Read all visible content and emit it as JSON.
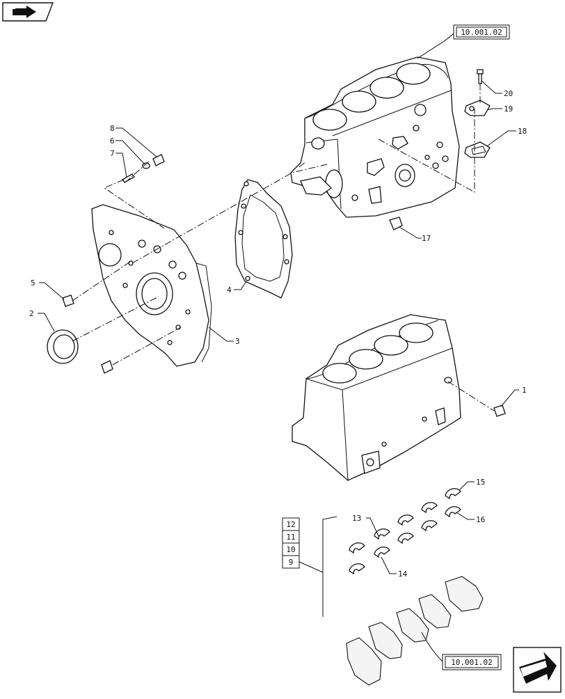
{
  "diagram": {
    "callouts": [
      {
        "id": "1",
        "label": "1"
      },
      {
        "id": "2",
        "label": "2"
      },
      {
        "id": "3",
        "label": "3"
      },
      {
        "id": "4",
        "label": "4"
      },
      {
        "id": "5",
        "label": "5"
      },
      {
        "id": "6",
        "label": "6"
      },
      {
        "id": "7",
        "label": "7"
      },
      {
        "id": "8",
        "label": "8"
      },
      {
        "id": "13",
        "label": "13"
      },
      {
        "id": "14",
        "label": "14"
      },
      {
        "id": "15",
        "label": "15"
      },
      {
        "id": "16",
        "label": "16"
      },
      {
        "id": "17",
        "label": "17"
      },
      {
        "id": "18",
        "label": "18"
      },
      {
        "id": "19",
        "label": "19"
      },
      {
        "id": "20",
        "label": "20"
      }
    ],
    "reference_boxes": {
      "top": "10.001.02",
      "bottom": "10.001.02"
    },
    "bearing_size_stack": [
      "12",
      "11",
      "10",
      "9"
    ]
  },
  "icons": {
    "top_left": "book-arrow-icon",
    "bottom_right": "next-page-arrow-icon"
  }
}
